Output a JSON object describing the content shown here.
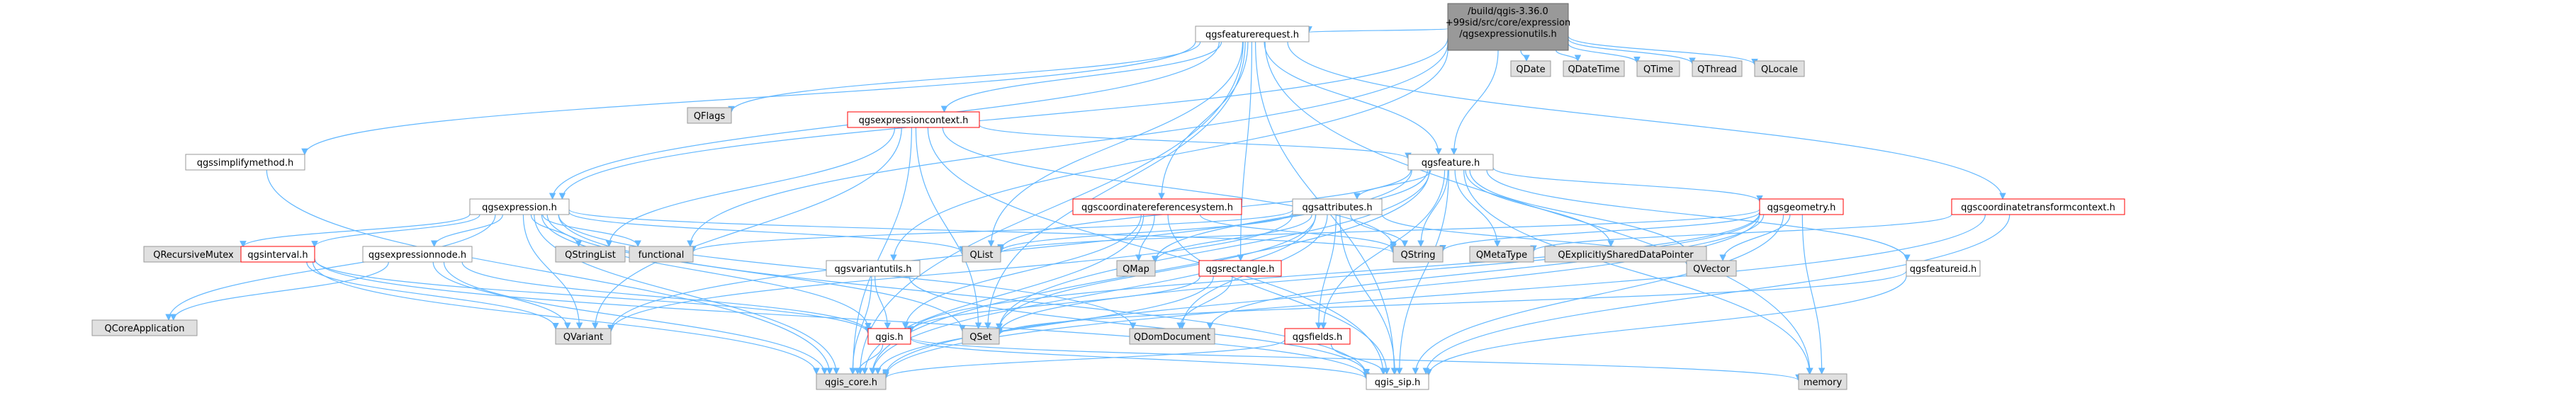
{
  "graph": {
    "title": "Include dependency graph for qgsexpressionutils.h",
    "colors": {
      "edge": "#63b8ff",
      "box_border": "#ff0000",
      "box_border_plain": "#999999",
      "box_fill_root": "#999999",
      "box_fill_external": "#e0e0e0",
      "box_fill_internal": "#ffffff",
      "text": "#000000"
    },
    "nodes": [
      {
        "id": "root",
        "label": "/build/qgis-3.36.0+99sid/src/core/expression/qgsexpressionutils.h",
        "kind": "root"
      },
      {
        "id": "qgsfeaturerequest",
        "label": "qgsfeaturerequest.h",
        "kind": "internal"
      },
      {
        "id": "QDate",
        "label": "QDate",
        "kind": "external"
      },
      {
        "id": "QDateTime",
        "label": "QDateTime",
        "kind": "external"
      },
      {
        "id": "QTime",
        "label": "QTime",
        "kind": "external"
      },
      {
        "id": "QThread",
        "label": "QThread",
        "kind": "external"
      },
      {
        "id": "QLocale",
        "label": "QLocale",
        "kind": "external"
      },
      {
        "id": "QFlags",
        "label": "QFlags",
        "kind": "external"
      },
      {
        "id": "qgsexpressioncontext",
        "label": "qgsexpressioncontext.h",
        "kind": "truncated"
      },
      {
        "id": "qgssimplifymethod",
        "label": "qgssimplifymethod.h",
        "kind": "internal"
      },
      {
        "id": "qgsfeature",
        "label": "qgsfeature.h",
        "kind": "internal"
      },
      {
        "id": "qgscoordinatetransformcontext",
        "label": "qgscoordinatetransformcontext.h",
        "kind": "truncated"
      },
      {
        "id": "qgsexpression",
        "label": "qgsexpression.h",
        "kind": "internal"
      },
      {
        "id": "qgscoordinatereferencesystem",
        "label": "qgscoordinatereferencesystem.h",
        "kind": "truncated"
      },
      {
        "id": "qgsattributes",
        "label": "qgsattributes.h",
        "kind": "internal"
      },
      {
        "id": "qgsgeometry",
        "label": "qgsgeometry.h",
        "kind": "truncated"
      },
      {
        "id": "QRecursiveMutex",
        "label": "QRecursiveMutex",
        "kind": "external"
      },
      {
        "id": "qgsinterval",
        "label": "qgsinterval.h",
        "kind": "truncated"
      },
      {
        "id": "qgsexpressionnode",
        "label": "qgsexpressionnode.h",
        "kind": "internal"
      },
      {
        "id": "QStringList",
        "label": "QStringList",
        "kind": "external"
      },
      {
        "id": "functional",
        "label": "functional",
        "kind": "external"
      },
      {
        "id": "QList",
        "label": "QList",
        "kind": "external"
      },
      {
        "id": "qgsvariantutils",
        "label": "qgsvariantutils.h",
        "kind": "internal"
      },
      {
        "id": "QMap",
        "label": "QMap",
        "kind": "external"
      },
      {
        "id": "qgsrectangle",
        "label": "qgsrectangle.h",
        "kind": "truncated"
      },
      {
        "id": "QString",
        "label": "QString",
        "kind": "external"
      },
      {
        "id": "QMetaType",
        "label": "QMetaType",
        "kind": "external"
      },
      {
        "id": "QExplicitlySharedDataPointer",
        "label": "QExplicitlySharedDataPointer",
        "kind": "external"
      },
      {
        "id": "QVector",
        "label": "QVector",
        "kind": "external"
      },
      {
        "id": "qgsfeatureid",
        "label": "qgsfeatureid.h",
        "kind": "internal"
      },
      {
        "id": "QCoreApplication",
        "label": "QCoreApplication",
        "kind": "external"
      },
      {
        "id": "QVariant",
        "label": "QVariant",
        "kind": "external"
      },
      {
        "id": "qgis",
        "label": "qgis.h",
        "kind": "truncated"
      },
      {
        "id": "QSet",
        "label": "QSet",
        "kind": "external"
      },
      {
        "id": "QDomDocument",
        "label": "QDomDocument",
        "kind": "external"
      },
      {
        "id": "qgsfields",
        "label": "qgsfields.h",
        "kind": "truncated"
      },
      {
        "id": "qgis_core",
        "label": "qgis_core.h",
        "kind": "external"
      },
      {
        "id": "qgis_sip",
        "label": "qgis_sip.h",
        "kind": "internal"
      },
      {
        "id": "memory",
        "label": "memory",
        "kind": "external"
      }
    ],
    "edges": [
      [
        "root",
        "qgsfeaturerequest"
      ],
      [
        "root",
        "QDate"
      ],
      [
        "root",
        "QDateTime"
      ],
      [
        "root",
        "QTime"
      ],
      [
        "root",
        "QThread"
      ],
      [
        "root",
        "QLocale"
      ],
      [
        "root",
        "qgsfeature"
      ],
      [
        "root",
        "qgsexpression"
      ],
      [
        "root",
        "functional"
      ],
      [
        "root",
        "qgsvariantutils"
      ],
      [
        "qgsfeaturerequest",
        "QFlags"
      ],
      [
        "qgsfeaturerequest",
        "qgsexpressioncontext"
      ],
      [
        "qgsfeaturerequest",
        "qgssimplifymethod"
      ],
      [
        "qgsfeaturerequest",
        "qgsfeature"
      ],
      [
        "qgsfeaturerequest",
        "qgscoordinatetransformcontext"
      ],
      [
        "qgsfeaturerequest",
        "qgsexpression"
      ],
      [
        "qgsfeaturerequest",
        "qgscoordinatereferencesystem"
      ],
      [
        "qgsfeaturerequest",
        "qgsrectangle"
      ],
      [
        "qgsfeaturerequest",
        "QList"
      ],
      [
        "qgsfeaturerequest",
        "qgis_core"
      ],
      [
        "qgsfeaturerequest",
        "qgis_sip"
      ],
      [
        "qgsfeaturerequest",
        "memory"
      ],
      [
        "qgsfeaturerequest",
        "QSet"
      ],
      [
        "qgsexpressioncontext",
        "qgsfeature"
      ],
      [
        "qgsexpressioncontext",
        "QStringList"
      ],
      [
        "qgsexpressioncontext",
        "QString"
      ],
      [
        "qgsexpressioncontext",
        "QVariant"
      ],
      [
        "qgsexpressioncontext",
        "QSet"
      ],
      [
        "qgsexpressioncontext",
        "qgis_core"
      ],
      [
        "qgsexpressioncontext",
        "qgis_sip"
      ],
      [
        "qgssimplifymethod",
        "qgis_core"
      ],
      [
        "qgsfeature",
        "qgsattributes"
      ],
      [
        "qgsfeature",
        "qgsgeometry"
      ],
      [
        "qgsfeature",
        "qgsfeatureid"
      ],
      [
        "qgsfeature",
        "QMap"
      ],
      [
        "qgsfeature",
        "QString"
      ],
      [
        "qgsfeature",
        "QVariant"
      ],
      [
        "qgsfeature",
        "QList"
      ],
      [
        "qgsfeature",
        "QMetaType"
      ],
      [
        "qgsfeature",
        "QExplicitlySharedDataPointer"
      ],
      [
        "qgsfeature",
        "QVector"
      ],
      [
        "qgsfeature",
        "QSet"
      ],
      [
        "qgsfeature",
        "qgsfields"
      ],
      [
        "qgsfeature",
        "qgis_core"
      ],
      [
        "qgsfeature",
        "qgis_sip"
      ],
      [
        "qgsfeature",
        "memory"
      ],
      [
        "qgscoordinatetransformcontext",
        "QMetaType"
      ],
      [
        "qgscoordinatetransformcontext",
        "qgis_core"
      ],
      [
        "qgscoordinatetransformcontext",
        "qgis_sip"
      ],
      [
        "qgsexpression",
        "QRecursiveMutex"
      ],
      [
        "qgsexpression",
        "qgsinterval"
      ],
      [
        "qgsexpression",
        "qgsexpressionnode"
      ],
      [
        "qgsexpression",
        "QStringList"
      ],
      [
        "qgsexpression",
        "functional"
      ],
      [
        "qgsexpression",
        "QList"
      ],
      [
        "qgsexpression",
        "QString"
      ],
      [
        "qgsexpression",
        "QCoreApplication"
      ],
      [
        "qgsexpression",
        "QVariant"
      ],
      [
        "qgsexpression",
        "qgis"
      ],
      [
        "qgsexpression",
        "QSet"
      ],
      [
        "qgsexpression",
        "QDomDocument"
      ],
      [
        "qgsexpression",
        "qgis_core"
      ],
      [
        "qgsexpression",
        "qgis_sip"
      ],
      [
        "qgscoordinatereferencesystem",
        "QString"
      ],
      [
        "qgscoordinatereferencesystem",
        "QMap"
      ],
      [
        "qgscoordinatereferencesystem",
        "qgis"
      ],
      [
        "qgscoordinatereferencesystem",
        "qgis_core"
      ],
      [
        "qgscoordinatereferencesystem",
        "qgis_sip"
      ],
      [
        "qgsattributes",
        "QMap"
      ],
      [
        "qgsattributes",
        "QString"
      ],
      [
        "qgsattributes",
        "QVariant"
      ],
      [
        "qgsattributes",
        "QList"
      ],
      [
        "qgsattributes",
        "QVector"
      ],
      [
        "qgsattributes",
        "QSet"
      ],
      [
        "qgsattributes",
        "QDomDocument"
      ],
      [
        "qgsattributes",
        "qgis_core"
      ],
      [
        "qgsattributes",
        "qgis_sip"
      ],
      [
        "qgsattributes",
        "qgsfields"
      ],
      [
        "qgsattributes",
        "functional"
      ],
      [
        "qgsgeometry",
        "QString"
      ],
      [
        "qgsgeometry",
        "QVector"
      ],
      [
        "qgsgeometry",
        "QSet"
      ],
      [
        "qgsgeometry",
        "QDomDocument"
      ],
      [
        "qgsgeometry",
        "qgis_core"
      ],
      [
        "qgsgeometry",
        "qgis_sip"
      ],
      [
        "qgsgeometry",
        "memory"
      ],
      [
        "qgsgeometry",
        "qgis"
      ],
      [
        "qgsgeometry",
        "QList"
      ],
      [
        "qgsinterval",
        "QVariant"
      ],
      [
        "qgsinterval",
        "qgis"
      ],
      [
        "qgsinterval",
        "qgis_core"
      ],
      [
        "qgsinterval",
        "qgis_sip"
      ],
      [
        "qgsexpressionnode",
        "QCoreApplication"
      ],
      [
        "qgsexpressionnode",
        "QVariant"
      ],
      [
        "qgsexpressionnode",
        "qgis"
      ],
      [
        "qgsexpressionnode",
        "qgis_core"
      ],
      [
        "qgsvariantutils",
        "qgis"
      ],
      [
        "qgsvariantutils",
        "qgis_core"
      ],
      [
        "qgsvariantutils",
        "qgis_sip"
      ],
      [
        "qgsrectangle",
        "qgis"
      ],
      [
        "qgsrectangle",
        "qgis_core"
      ],
      [
        "qgsrectangle",
        "QDomDocument"
      ],
      [
        "qgsfeatureid",
        "QSet"
      ],
      [
        "qgsfeatureid",
        "qgis_sip"
      ],
      [
        "qgis",
        "qgis_core"
      ],
      [
        "qgis",
        "qgis_sip"
      ],
      [
        "qgis",
        "memory"
      ],
      [
        "qgsfields",
        "qgis_core"
      ],
      [
        "qgsfields",
        "qgis_sip"
      ]
    ]
  }
}
